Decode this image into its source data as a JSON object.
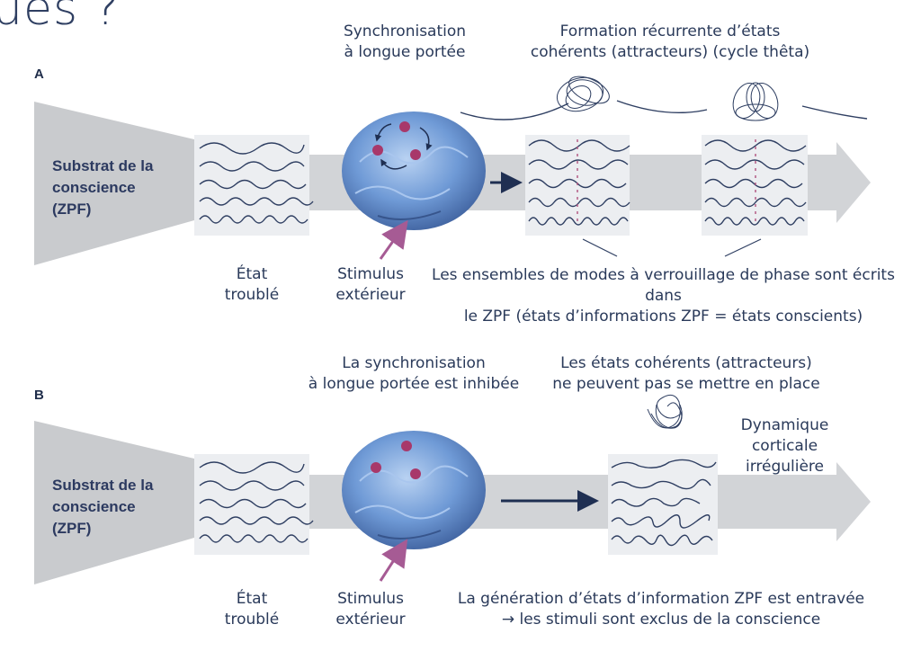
{
  "page_title": "ues ?",
  "colors": {
    "arrow_gray": "#cfd1d4",
    "wave": "#2f3f62",
    "dot": "#a8386a",
    "stimulus_arrow": "#a65b94",
    "brain": "#6f9ad6"
  },
  "panel_a": {
    "label": "A",
    "substrate": [
      "Substrat de la",
      "conscience",
      "(ZPF)"
    ],
    "state_label": [
      "État",
      "troublé"
    ],
    "stimulus_label": [
      "Stimulus",
      "extérieur"
    ],
    "sync_label": [
      "Synchronisation",
      "à longue portée"
    ],
    "formation_label": [
      "Formation récurrente d’états",
      "cohérents (attracteurs) (cycle thêta)"
    ],
    "bottom_text": [
      "Les ensembles de modes à verrouillage de phase sont écrits",
      "dans",
      "le ZPF (états d’informations ZPF = états conscients)"
    ]
  },
  "panel_b": {
    "label": "B",
    "substrate": [
      "Substrat de la",
      "conscience",
      "(ZPF)"
    ],
    "state_label": [
      "État",
      "troublé"
    ],
    "stimulus_label": [
      "Stimulus",
      "extérieur"
    ],
    "sync_label": [
      "La synchronisation",
      "à longue portée est inhibée"
    ],
    "coherent_label": [
      "Les états cohérents (attracteurs)",
      "ne peuvent pas se mettre en place"
    ],
    "dynamics_label": [
      "Dynamique",
      "corticale",
      "irrégulière"
    ],
    "bottom_text": [
      "La génération d’états d’information ZPF est entravée",
      "→ les stimuli sont exclus de la conscience"
    ]
  }
}
